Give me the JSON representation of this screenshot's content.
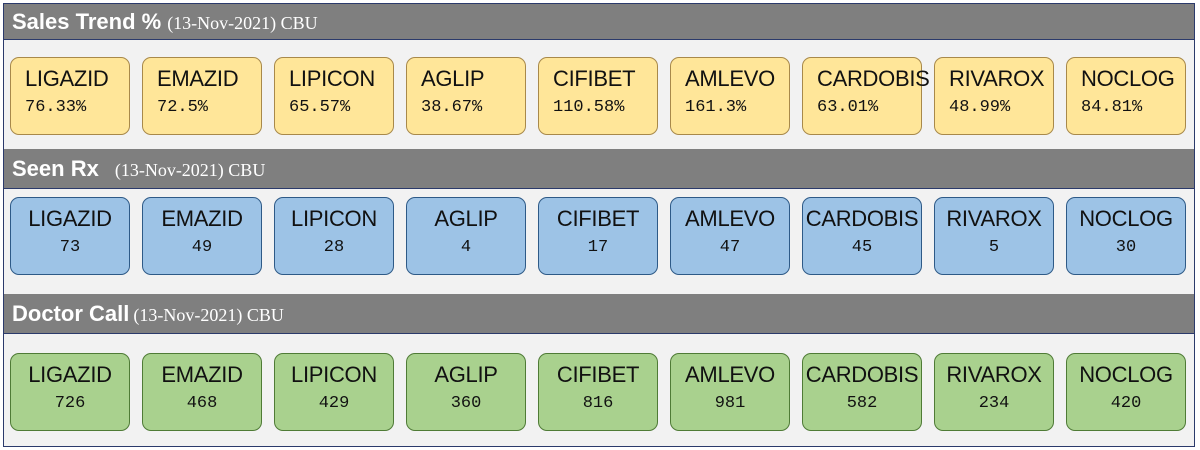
{
  "sections": [
    {
      "title": "Sales Trend %",
      "subtitle": "(13-Nov-2021) CBU",
      "color": "#ffe699",
      "cards": [
        {
          "name": "LIGAZID",
          "value": "76.33%"
        },
        {
          "name": "EMAZID",
          "value": "72.5%"
        },
        {
          "name": "LIPICON",
          "value": "65.57%"
        },
        {
          "name": "AGLIP",
          "value": "38.67%"
        },
        {
          "name": "CIFIBET",
          "value": "110.58%"
        },
        {
          "name": "AMLEVO",
          "value": "161.3%"
        },
        {
          "name": "CARDOBIS",
          "value": "63.01%"
        },
        {
          "name": "RIVAROX",
          "value": "48.99%"
        },
        {
          "name": "NOCLOG",
          "value": "84.81%"
        }
      ]
    },
    {
      "title": "Seen Rx",
      "subtitle": "(13-Nov-2021) CBU",
      "color": "#9dc3e6",
      "cards": [
        {
          "name": "LIGAZID",
          "value": "73"
        },
        {
          "name": "EMAZID",
          "value": "49"
        },
        {
          "name": "LIPICON",
          "value": "28"
        },
        {
          "name": "AGLIP",
          "value": "4"
        },
        {
          "name": "CIFIBET",
          "value": "17"
        },
        {
          "name": "AMLEVO",
          "value": "47"
        },
        {
          "name": "CARDOBIS",
          "value": "45"
        },
        {
          "name": "RIVAROX",
          "value": "5"
        },
        {
          "name": "NOCLOG",
          "value": "30"
        }
      ]
    },
    {
      "title": "Doctor Call",
      "subtitle": "(13-Nov-2021) CBU",
      "color": "#a9d18e",
      "cards": [
        {
          "name": "LIGAZID",
          "value": "726"
        },
        {
          "name": "EMAZID",
          "value": "468"
        },
        {
          "name": "LIPICON",
          "value": "429"
        },
        {
          "name": "AGLIP",
          "value": "360"
        },
        {
          "name": "CIFIBET",
          "value": "816"
        },
        {
          "name": "AMLEVO",
          "value": "981"
        },
        {
          "name": "CARDOBIS",
          "value": "582"
        },
        {
          "name": "RIVAROX",
          "value": "234"
        },
        {
          "name": "NOCLOG",
          "value": "420"
        }
      ]
    }
  ]
}
